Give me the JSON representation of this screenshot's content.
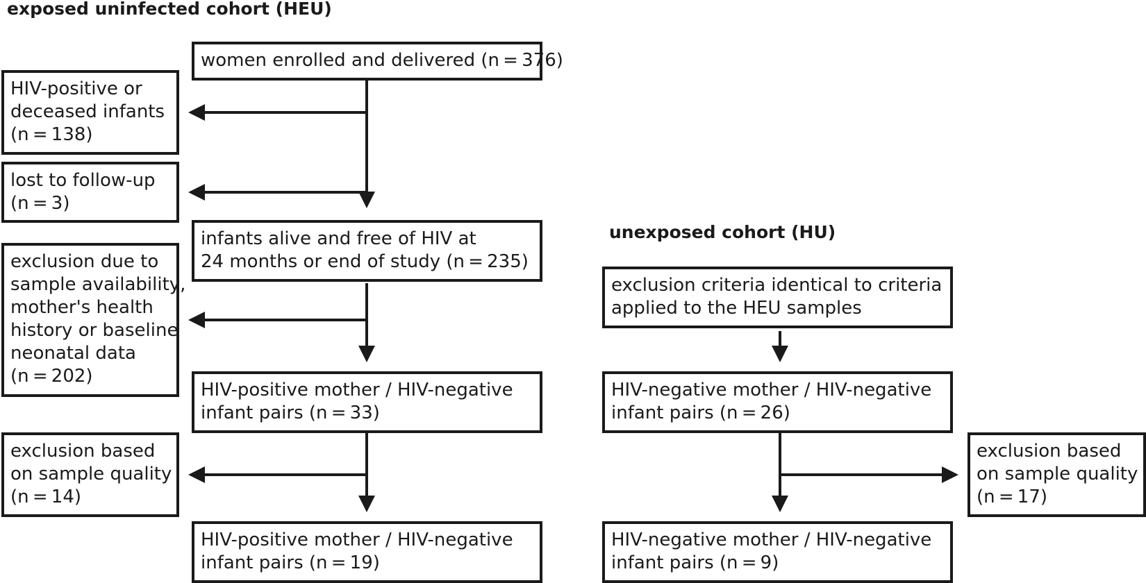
{
  "headers": {
    "heu": "exposed uninfected cohort (HEU)",
    "hu": "unexposed cohort (HU)"
  },
  "heu": {
    "enrolled": [
      "women enrolled and delivered (n = 376)"
    ],
    "hiv_positive_deceased": [
      "HIV-positive or",
      "deceased infants",
      "(n = 138)"
    ],
    "lost_follow_up": [
      "lost to follow-up",
      "(n = 3)"
    ],
    "alive_free": [
      "infants alive and free of HIV at",
      "24 months or end of study (n = 235)"
    ],
    "exclusion_availability": [
      "exclusion due to",
      "sample availability,",
      "mother's health",
      "history or baseline",
      "neonatal data",
      "(n = 202)"
    ],
    "pairs_33": [
      "HIV-positive mother / HIV-negative",
      "infant pairs (n = 33)"
    ],
    "exclusion_quality": [
      "exclusion based",
      "on sample quality",
      "(n = 14)"
    ],
    "pairs_19": [
      "HIV-positive mother / HIV-negative",
      "infant pairs (n = 19)"
    ]
  },
  "hu": {
    "criteria": [
      "exclusion criteria identical to criteria",
      "applied to the HEU samples"
    ],
    "pairs_26": [
      "HIV-negative mother / HIV-negative",
      "infant pairs (n = 26)"
    ],
    "exclusion_quality": [
      "exclusion based",
      "on sample quality",
      "(n = 17)"
    ],
    "pairs_9": [
      "HIV-negative mother / HIV-negative",
      "infant pairs (n = 9)"
    ]
  }
}
